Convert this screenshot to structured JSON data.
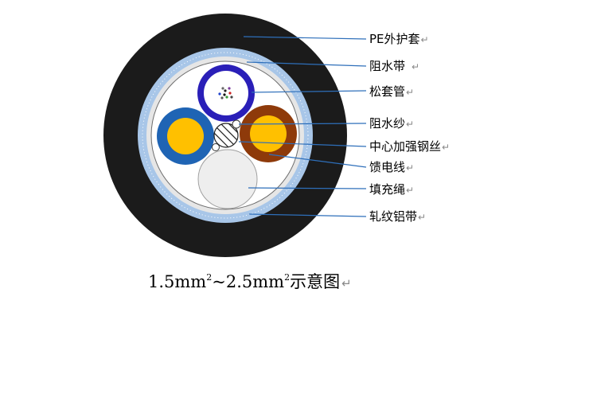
{
  "labels": [
    {
      "text": "PE外护套",
      "mark": "↵"
    },
    {
      "text": "阻水带",
      "mark": "↵"
    },
    {
      "text": "松套管",
      "mark": "↵"
    },
    {
      "text": "阻水纱",
      "mark": "↵"
    },
    {
      "text": "中心加强钢丝",
      "mark": "↵"
    },
    {
      "text": "馈电线",
      "mark": "↵"
    },
    {
      "text": "填充绳",
      "mark": "↵"
    },
    {
      "text": "轧纹铝带",
      "mark": "↵"
    }
  ],
  "caption": {
    "part1": "1.5mm",
    "sup1": "2",
    "tilde": "~",
    "part2": "2.5mm",
    "sup2": "2",
    "suffix": "示意图",
    "mark": "↵"
  },
  "colors": {
    "sheath": "#1b1b1b",
    "aluminum_tape": "#a8c6e8",
    "water_blocking_tape": "#e6e6e6",
    "inner_fill": "#ffffff",
    "loose_tube": "#2a1fb8",
    "feeder_blue": "#1f64b4",
    "feeder_brown": "#8e3a0a",
    "conductor_yellow": "#ffc000",
    "filler_rope": "#eeeeee",
    "leader_line": "#2e6fba"
  }
}
